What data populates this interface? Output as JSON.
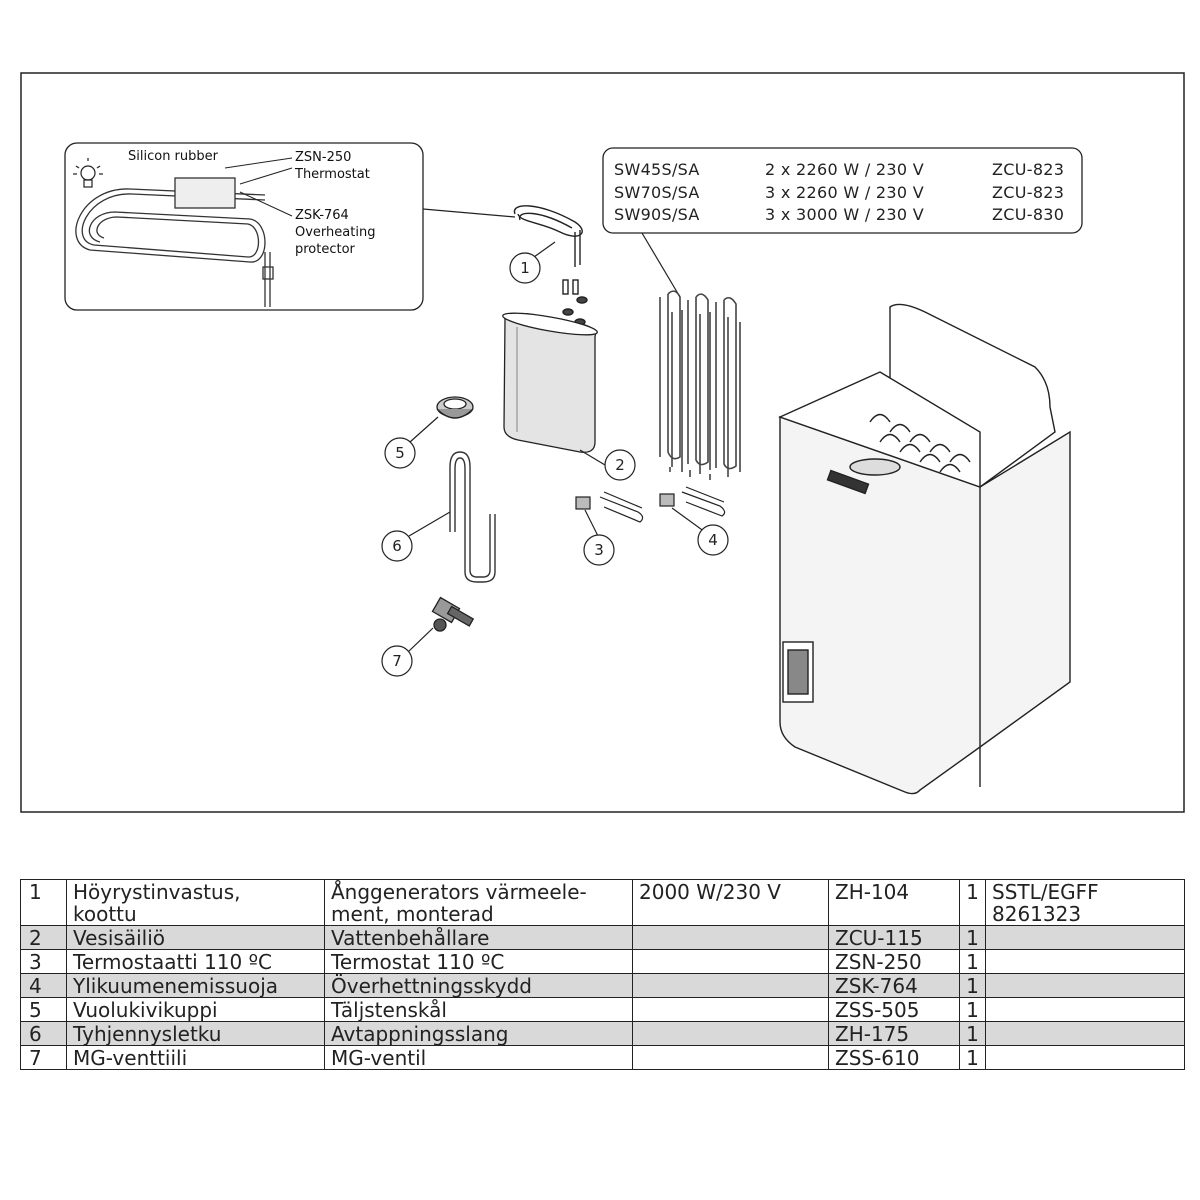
{
  "inset": {
    "silicon_label": "Silicon rubber",
    "thermostat_code": "ZSN-250",
    "thermostat_label": "Thermostat",
    "protector_code": "ZSK-764",
    "protector_label_1": "Overheating",
    "protector_label_2": "protector"
  },
  "spec_table": [
    {
      "model": "SW45S/SA",
      "power": "2 x 2260 W / 230 V",
      "code": "ZCU-823"
    },
    {
      "model": "SW70S/SA",
      "power": "3 x 2260 W / 230 V",
      "code": "ZCU-823"
    },
    {
      "model": "SW90S/SA",
      "power": "3 x 3000 W / 230 V",
      "code": "ZCU-830"
    }
  ],
  "callouts": [
    "1",
    "2",
    "3",
    "4",
    "5",
    "6",
    "7"
  ],
  "parts": [
    {
      "no": "1",
      "fi": "Höyrystinvastus,\nkoottu",
      "sv": "Ånggenerators värmeele-\nment, monterad",
      "power": "2000 W/230 V",
      "code": "ZH-104",
      "qty": "1",
      "ref": "SSTL/EGFF\n8261323"
    },
    {
      "no": "2",
      "fi": "Vesisäiliö",
      "sv": "Vattenbehållare",
      "power": "",
      "code": "ZCU-115",
      "qty": "1",
      "ref": ""
    },
    {
      "no": "3",
      "fi": "Termostaatti 110 ºC",
      "sv": "Termostat 110 ºC",
      "power": "",
      "code": "ZSN-250",
      "qty": "1",
      "ref": ""
    },
    {
      "no": "4",
      "fi": "Ylikuumenemissuoja",
      "sv": "Överhettningsskydd",
      "power": "",
      "code": "ZSK-764",
      "qty": "1",
      "ref": ""
    },
    {
      "no": "5",
      "fi": "Vuolukivikuppi",
      "sv": "Täljstenskål",
      "power": "",
      "code": "ZSS-505",
      "qty": "1",
      "ref": ""
    },
    {
      "no": "6",
      "fi": "Tyhjennysletku",
      "sv": "Avtappningsslang",
      "power": "",
      "code": "ZH-175",
      "qty": "1",
      "ref": ""
    },
    {
      "no": "7",
      "fi": "MG-venttiili",
      "sv": "MG-ventil",
      "power": "",
      "code": "ZSS-610",
      "qty": "1",
      "ref": ""
    }
  ]
}
